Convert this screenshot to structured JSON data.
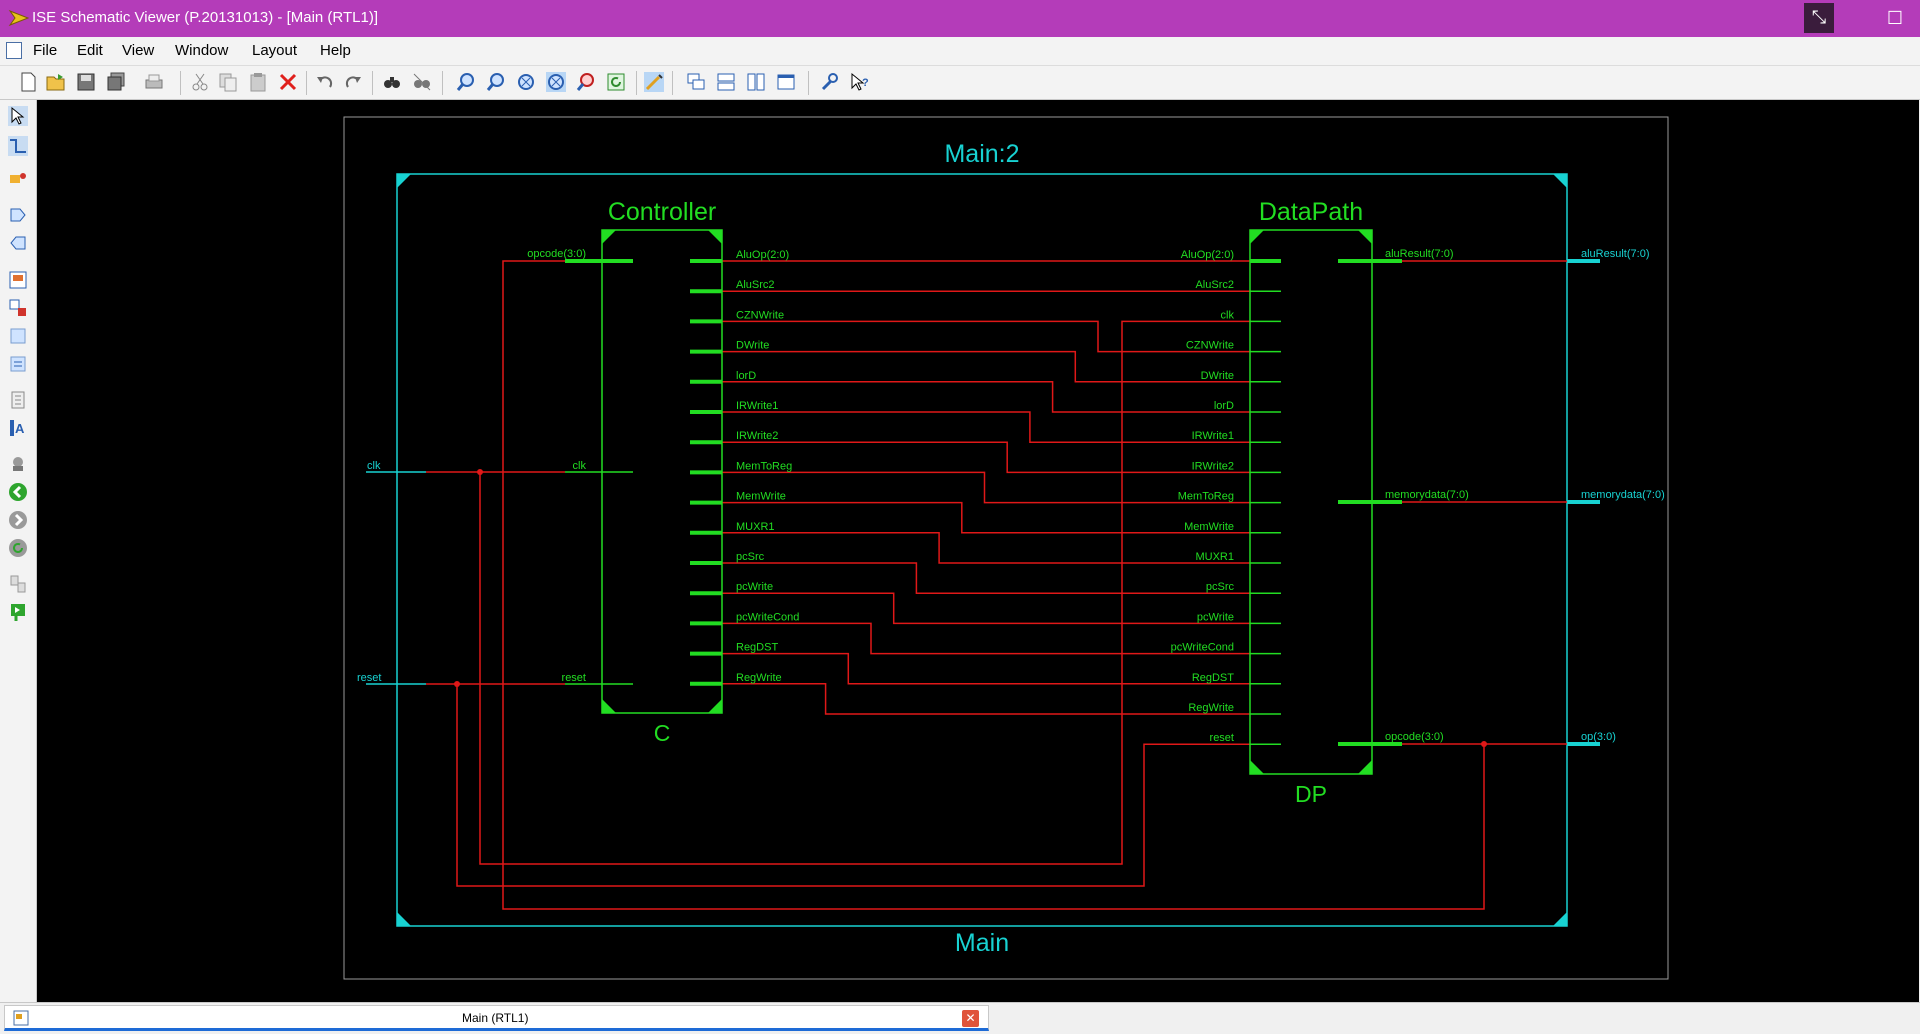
{
  "window": {
    "title": "ISE Schematic Viewer (P.20131013) - [Main (RTL1)]",
    "restore_glyph": "⤡",
    "maximize_glyph": "☐"
  },
  "menu": [
    {
      "label": "File"
    },
    {
      "label": "Edit"
    },
    {
      "label": "View"
    },
    {
      "label": "Window"
    },
    {
      "label": "Layout"
    },
    {
      "label": "Help"
    }
  ],
  "toolbar": {
    "icons": [
      "new-icon",
      "open-icon",
      "save-icon",
      "save-all-icon",
      "print-icon",
      "cut-icon",
      "copy-icon",
      "paste-icon",
      "delete-icon",
      "undo-icon",
      "redo-icon",
      "find-icon",
      "find-replace-icon",
      "zoom-in-icon",
      "zoom-out-icon",
      "zoom-full-icon",
      "zoom-selection-icon",
      "zoom-area-icon",
      "refresh-icon",
      "select-pan-icon",
      "tile-cascade-icon",
      "tile-horizontal-icon",
      "tile-vertical-icon",
      "window-arrange-icon",
      "settings-wrench-icon",
      "context-help-icon"
    ]
  },
  "left_toolbar": {
    "icons": [
      "select-pointer-icon",
      "select-net-icon",
      "add-instance-icon",
      "input-marker-icon",
      "output-marker-icon",
      "expand-block-icon",
      "move-block-icon",
      "show-symbol-icon",
      "show-schematic-icon",
      "properties-icon",
      "text-label-icon",
      "run-icon",
      "back-icon",
      "forward-icon",
      "refresh-view-icon",
      "page-icon",
      "flag-icon"
    ]
  },
  "schematic": {
    "outer_title": "Main:2",
    "outer_label": "Main",
    "controller": {
      "title": "Controller",
      "instance": "C",
      "input_ports": [
        "opcode(3:0)",
        "clk",
        "reset"
      ],
      "output_ports": [
        "AluOp(2:0)",
        "AluSrc2",
        "CZNWrite",
        "DWrite",
        "lorD",
        "IRWrite1",
        "IRWrite2",
        "MemToReg",
        "MemWrite",
        "MUXR1",
        "pcSrc",
        "pcWrite",
        "pcWriteCond",
        "RegDST",
        "RegWrite"
      ]
    },
    "datapath": {
      "title": "DataPath",
      "instance": "DP",
      "input_ports": [
        "AluOp(2:0)",
        "AluSrc2",
        "clk",
        "CZNWrite",
        "DWrite",
        "lorD",
        "IRWrite1",
        "IRWrite2",
        "MemToReg",
        "MemWrite",
        "MUXR1",
        "pcSrc",
        "pcWrite",
        "pcWriteCond",
        "RegDST",
        "RegWrite",
        "reset"
      ],
      "output_ports": [
        "aluResult(7:0)",
        "memorydata(7:0)",
        "opcode(3:0)"
      ]
    },
    "top_inputs": [
      "clk",
      "reset"
    ],
    "top_outputs": [
      "aluResult(7:0)",
      "memorydata(7:0)",
      "op(3:0)"
    ]
  },
  "bottom_tab": {
    "label": "Main (RTL1)",
    "close_glyph": "✕"
  },
  "colors": {
    "title_bar": "#b43cb9",
    "canvas_bg": "#000000",
    "symbol_green": "#22dd22",
    "net_red": "#e01818",
    "frame_cyan": "#18d2d2"
  }
}
